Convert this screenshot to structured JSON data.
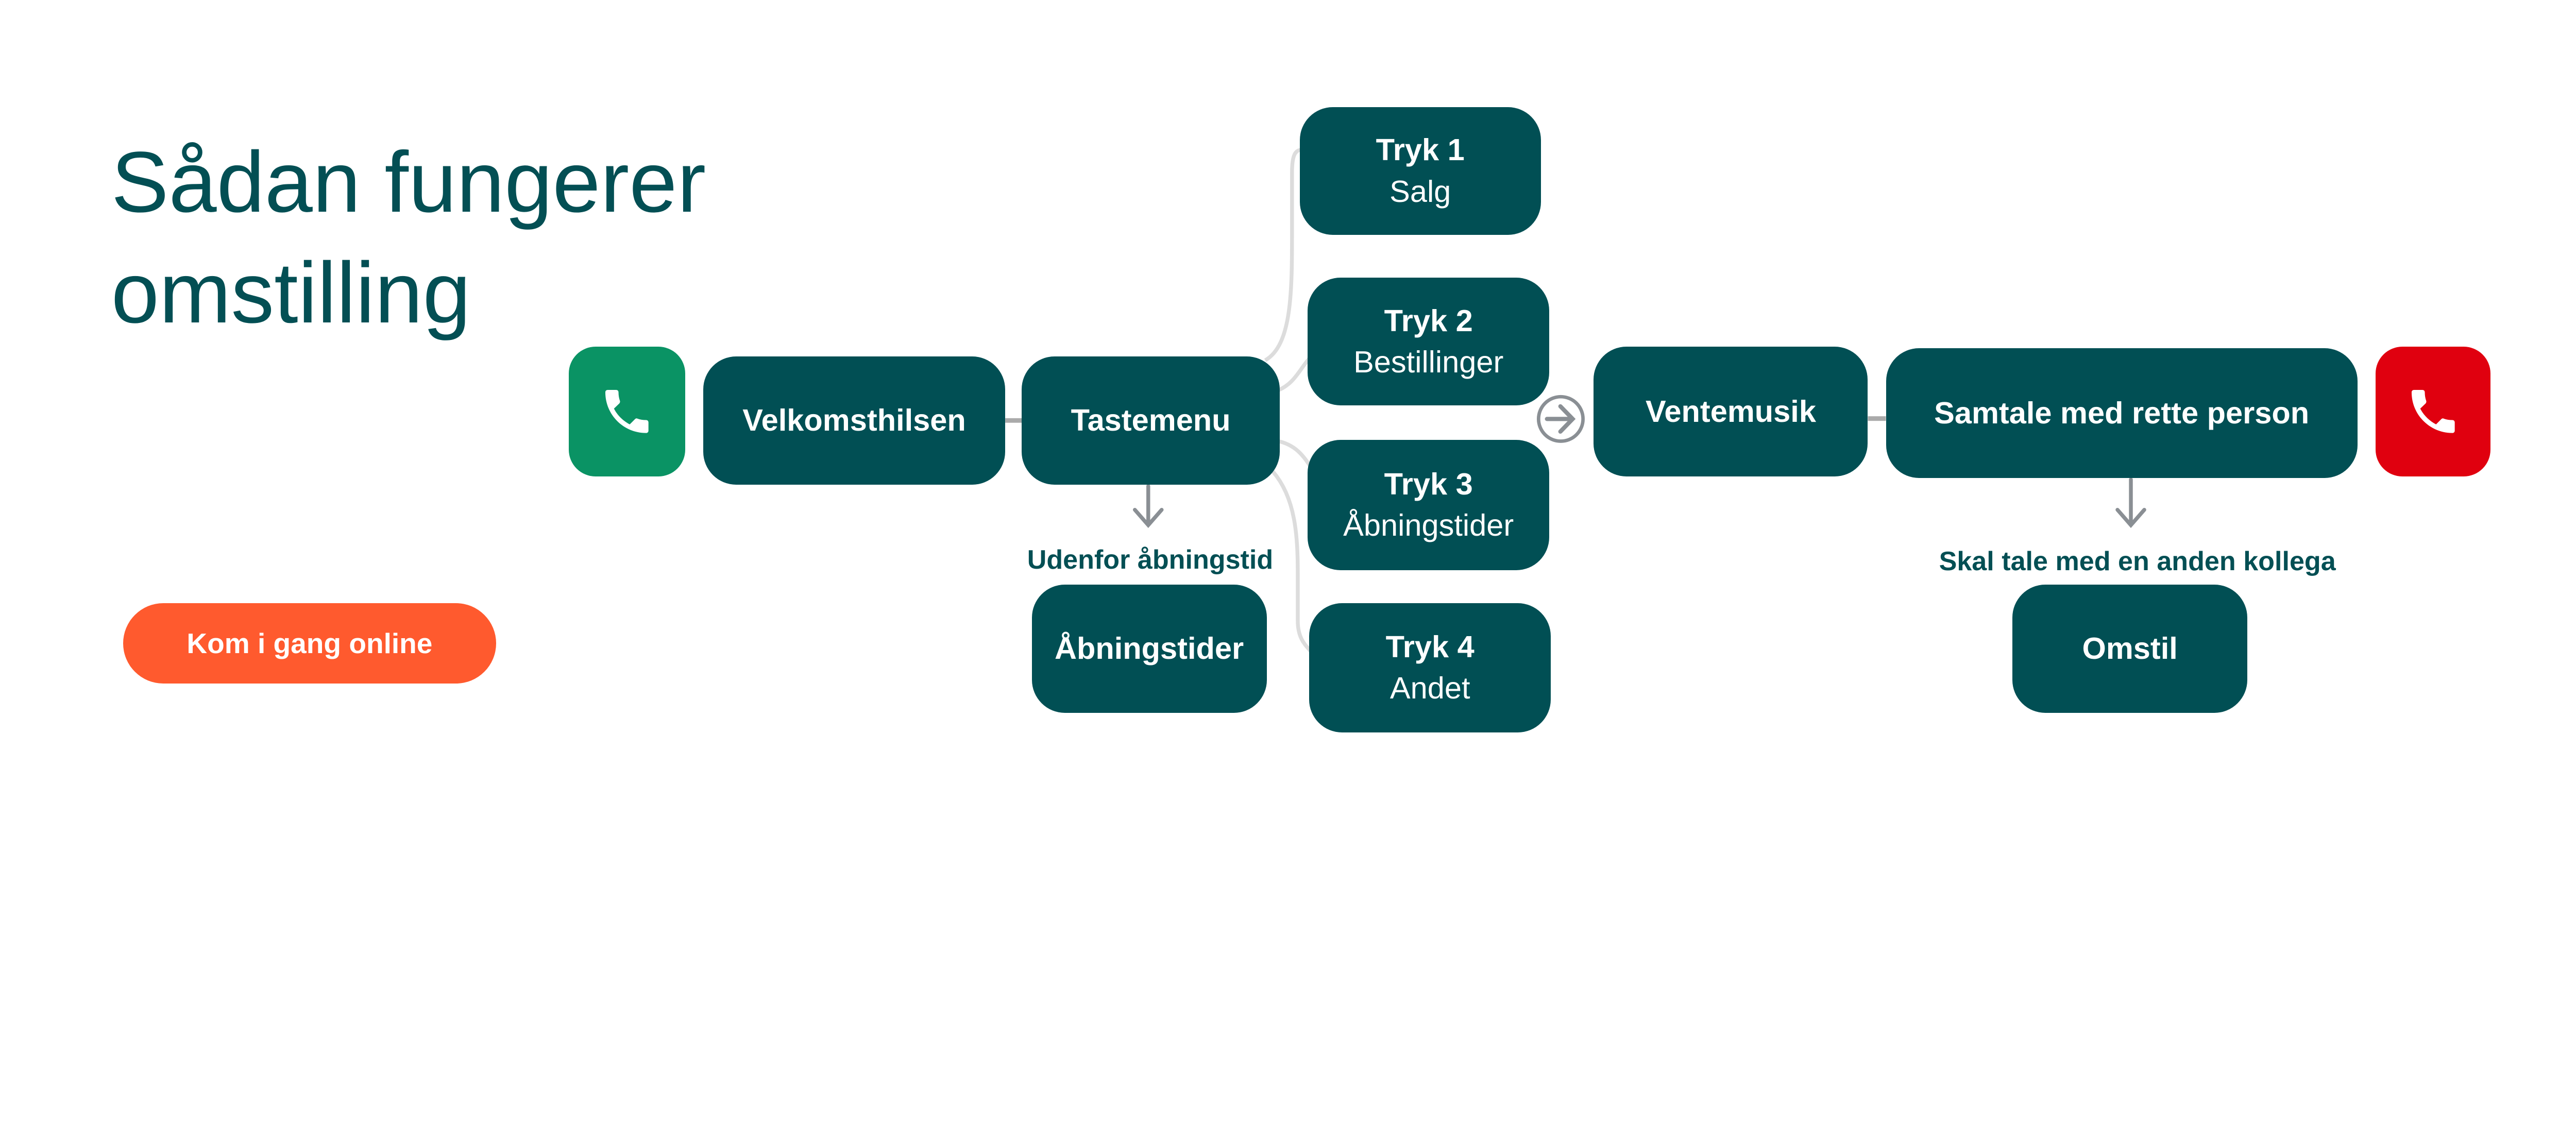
{
  "title": {
    "line1": "Sådan fungerer",
    "line2": "omstilling"
  },
  "cta": {
    "label": "Kom i gang online"
  },
  "colors": {
    "primary": "#014f54",
    "accent": "#ff5a2e",
    "start": "#0a9364",
    "end": "#e0000f",
    "connector": "#d9d9d9",
    "arrow": "#8a8f94"
  },
  "nodes": {
    "start_icon": "phone-icon",
    "welcome": "Velkomsthilsen",
    "menu": "Tastemenu",
    "options": [
      {
        "title": "Tryk 1",
        "sub": "Salg"
      },
      {
        "title": "Tryk 2",
        "sub": "Bestillinger"
      },
      {
        "title": "Tryk 3",
        "sub": "Åbningstider"
      },
      {
        "title": "Tryk 4",
        "sub": "Andet"
      }
    ],
    "after_hours_label": "Udenfor åbningstid",
    "after_hours": "Åbningstider",
    "hold": "Ventemusik",
    "conversation": "Samtale med rette person",
    "end_icon": "phone-hangup-icon",
    "transfer_label": "Skal tale med en anden kollega",
    "transfer": "Omstil"
  }
}
